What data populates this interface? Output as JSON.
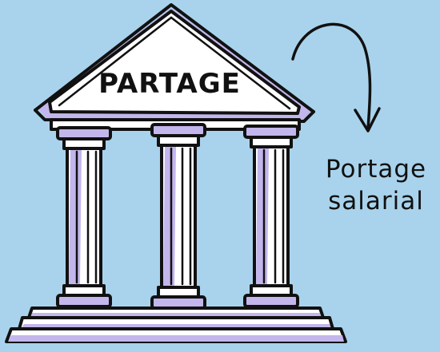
{
  "temple": {
    "pediment_text": "PARTAGE"
  },
  "annotation": {
    "line1": "Portage",
    "line2": "salarial"
  },
  "colors": {
    "background": "#a9d3ec",
    "stone": "#ffffff",
    "shadow": "#c3b6ec",
    "ink": "#111111"
  }
}
